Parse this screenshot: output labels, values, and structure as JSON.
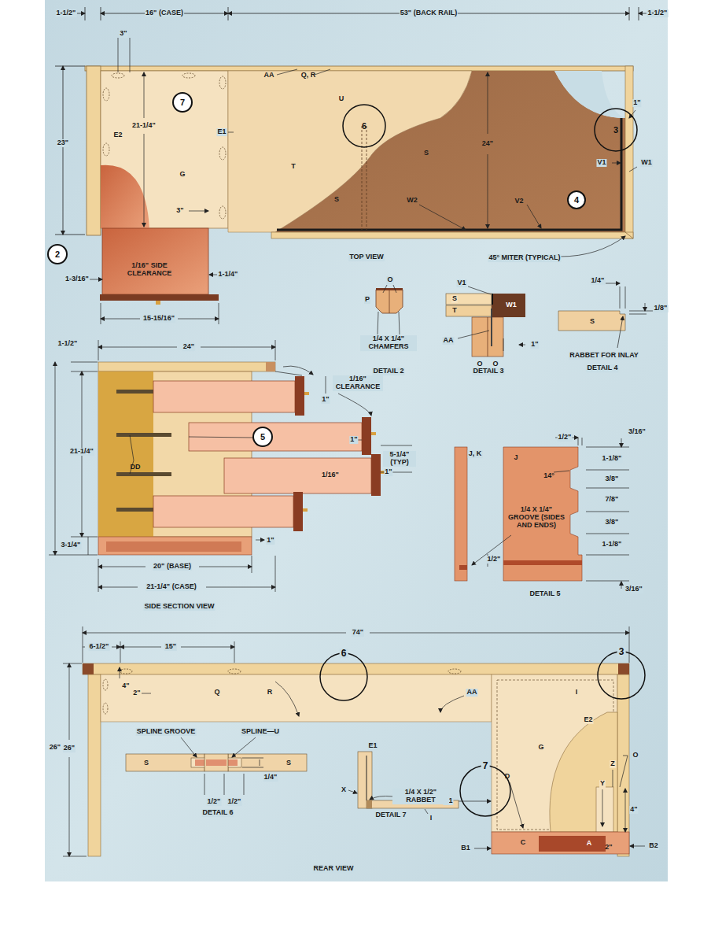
{
  "diagram": {
    "nodes": [
      {
        "text": [
          "7"
        ]
      },
      {
        "text": [
          "6"
        ]
      },
      {
        "text": [
          "3"
        ]
      },
      {
        "text": [
          "4"
        ]
      },
      {
        "text": [
          "2"
        ]
      },
      {
        "text": [
          "5"
        ]
      },
      {
        "text": [
          "6"
        ]
      },
      {
        "text": [
          "3"
        ]
      },
      {
        "text": [
          "7"
        ]
      }
    ],
    "labels": [
      "1-1/2\"",
      "16\" (CASE)",
      "53\" (BACK RAIL)",
      "1-1/2\"",
      "3\"",
      "23\"",
      "21-1/4\"",
      "AA",
      "Q, R",
      "U",
      "E2",
      "E1",
      "G",
      "T",
      "S",
      "24\"",
      "1\"",
      "V1",
      "W1",
      "S",
      "W2",
      "V2",
      "3\"",
      "1/16\" SIDE CLEARANCE",
      "1-3/16\"",
      "1-1/4\"",
      "15-15/16\"",
      "TOP VIEW",
      "45° MITER (TYPICAL)",
      "O",
      "P",
      "1/4 X 1/4\" CHAMFERS",
      "DETAIL 2",
      "V1",
      "S",
      "T",
      "W1",
      "AA",
      "O",
      "O",
      "1\"",
      "DETAIL 3",
      "1/4\"",
      "1/8\"",
      "S",
      "RABBET FOR INLAY",
      "DETAIL 4",
      "1-1/2\"",
      "24\"",
      "1/16\" CLEARANCE",
      "1\"",
      "1\"",
      "1/16\"",
      "5-1/4\" (TYP)",
      "1\"",
      "21-1/4\"",
      "26\"",
      "DD",
      "3-1/4\"",
      "1\"",
      "20\" (BASE)",
      "21-1/4\" (CASE)",
      "SIDE SECTION VIEW",
      "J, K",
      "J",
      "1/2\"",
      "3/16\"",
      "14°",
      "1-1/8\"",
      "3/8\"",
      "7/8\"",
      "3/8\"",
      "1-1/8\"",
      "1/4 X 1/4\" GROOVE (SIDES AND ENDS)",
      "1/2\"",
      "3/16\"",
      "DETAIL 5",
      "74\"",
      "6-1/2\"",
      "15\"",
      "4\"",
      "2\"",
      "Q",
      "R",
      "AA",
      "I",
      "E2",
      "O",
      "G",
      "Z",
      "Y",
      "D",
      "4\"",
      "E1",
      "B1",
      "C",
      "A",
      "2\"",
      "B2",
      "26\"",
      "REAR VIEW",
      "SPLINE GROOVE",
      "SPLINE—U",
      "S",
      "S",
      "1/4\"",
      "1/2\"",
      "1/2\"",
      "DETAIL 6",
      "E1",
      "X",
      "1/4 X 1/2\" RABBET",
      "I",
      "DETAIL 7"
    ]
  }
}
